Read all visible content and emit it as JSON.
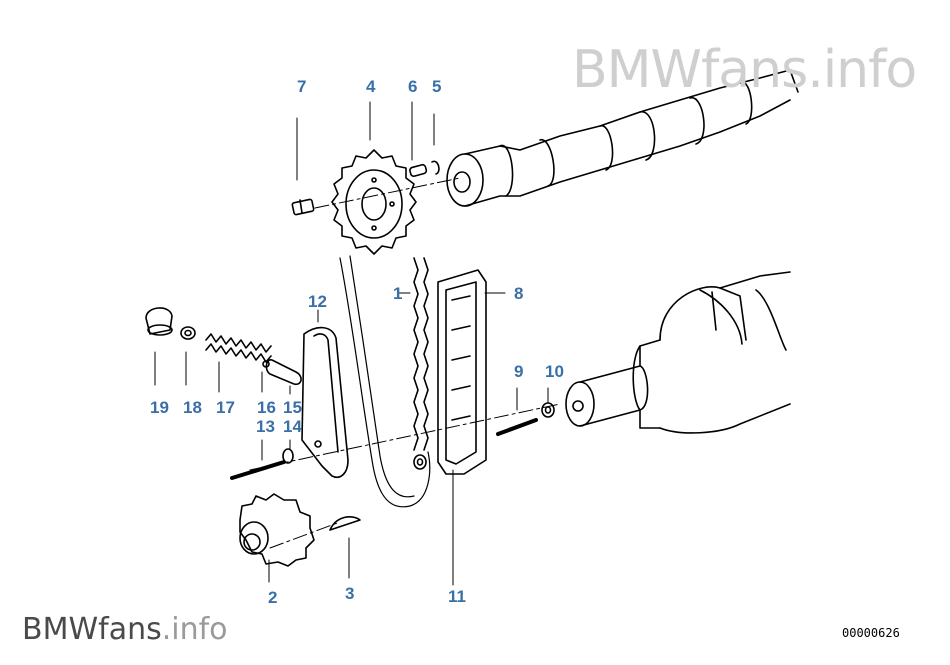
{
  "watermark": {
    "brand": "BMWfans",
    "suffix": ".info"
  },
  "part_number": "00000626",
  "callouts": {
    "c1": "1",
    "c2": "2",
    "c3": "3",
    "c4": "4",
    "c5": "5",
    "c6": "6",
    "c7": "7",
    "c8": "8",
    "c9": "9",
    "c10": "10",
    "c11": "11",
    "c12": "12",
    "c13": "13",
    "c14": "14",
    "c15": "15",
    "c16": "16",
    "c17": "17",
    "c18": "18",
    "c19": "19"
  }
}
